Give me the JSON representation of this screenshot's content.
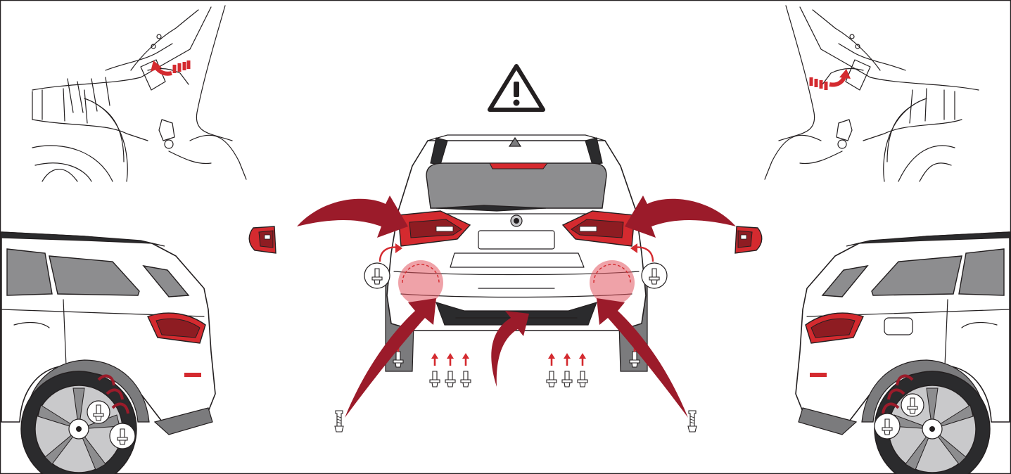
{
  "diagram": {
    "warning_symbol": "warning-triangle-icon",
    "colors": {
      "accent_red": "#d42a2f",
      "dark_red_arrow": "#9b1b2a",
      "outline": "#231f20",
      "body_grey": "#7b7b7d",
      "background": "#ffffff"
    },
    "panels": [
      "top-left-detail-latch-release",
      "top-right-detail-latch-release",
      "center-rear-view-bumper-removal",
      "left-side-view-wheel-arch-clips",
      "right-side-view-wheel-arch-clips"
    ]
  }
}
